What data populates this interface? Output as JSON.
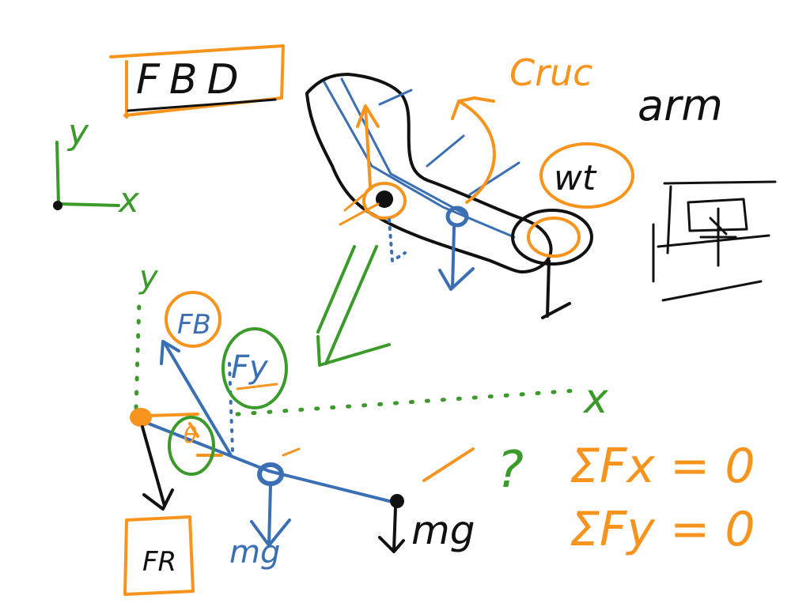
{
  "colors": {
    "orange": "#f7941d",
    "blue": "#3a6fb4",
    "green": "#3a9a2a",
    "black": "#111111"
  },
  "labels": {
    "fbd_title": "FBD",
    "crucifix": "Cruc",
    "arm": "arm",
    "wt": "wt",
    "axis_y": "y",
    "axis_x": "x",
    "beam_y": "y",
    "beam_x": "x",
    "fb": "FB",
    "fy": "Fy",
    "theta": "θ",
    "fr": "FR",
    "mg_blue": "mg",
    "mg_black": "mg",
    "question": "?",
    "sum_fx": "ΣFx = 0",
    "sum_fy": "ΣFy = 0"
  }
}
